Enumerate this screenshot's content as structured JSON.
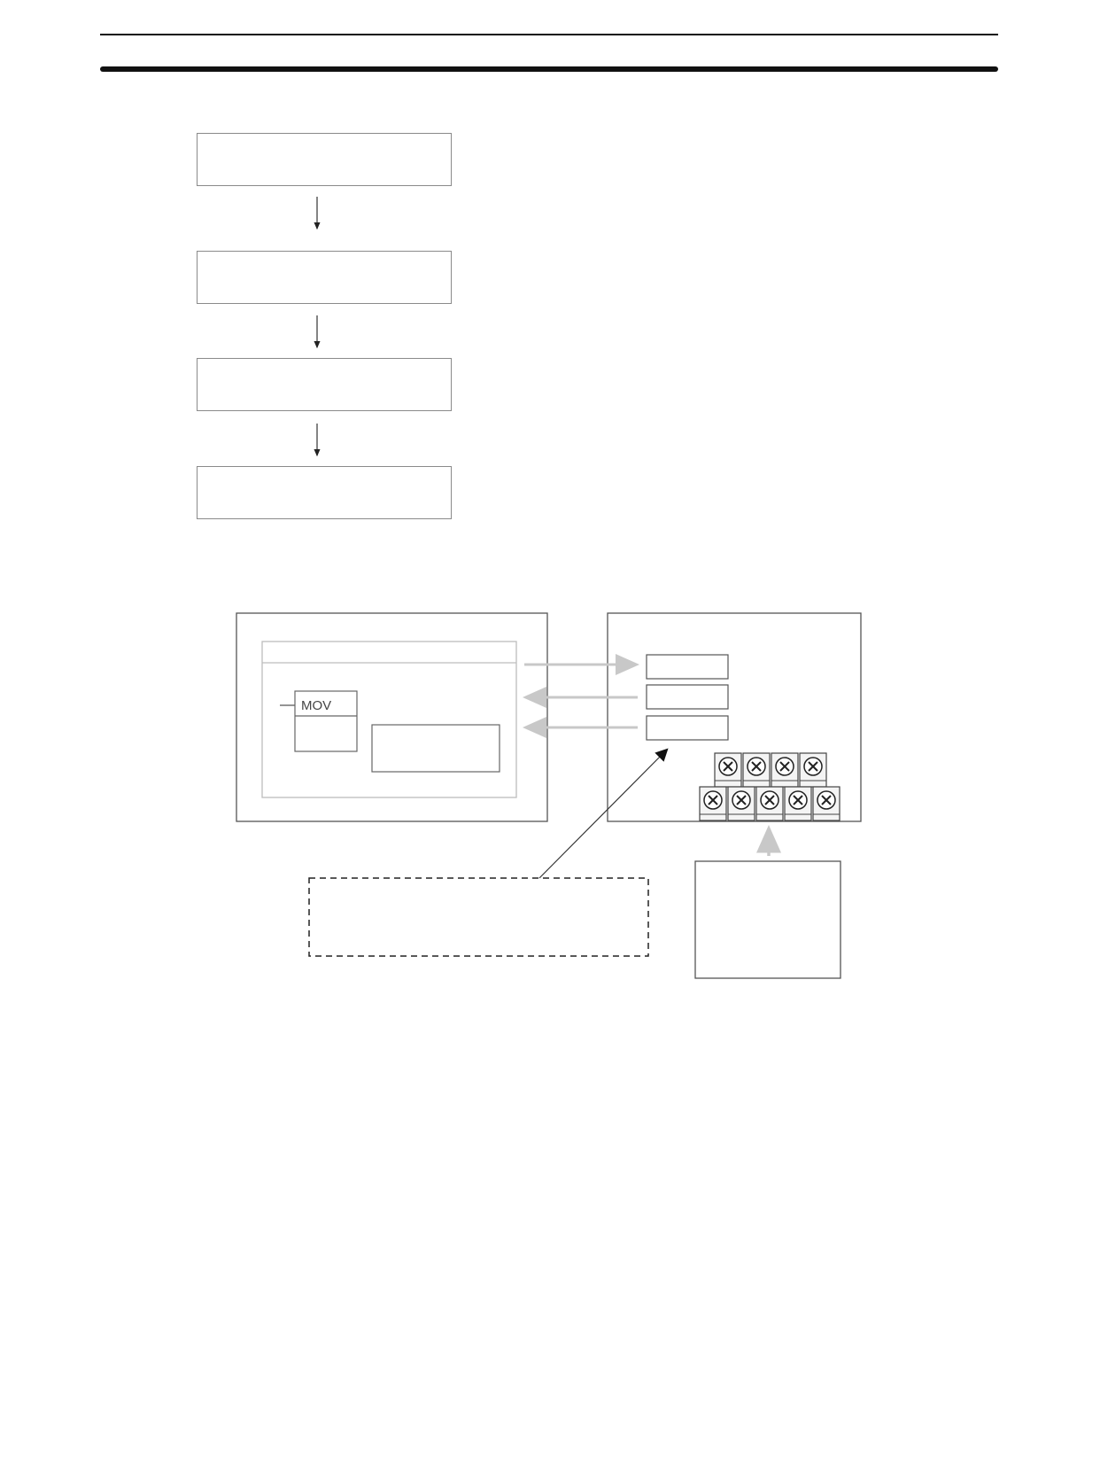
{
  "flowchart": {
    "steps": [
      {
        "label": ""
      },
      {
        "label": ""
      },
      {
        "label": ""
      },
      {
        "label": ""
      }
    ]
  },
  "diagram": {
    "instruction_label": "MOV",
    "terminal_block_rows": [
      4,
      5
    ],
    "colors": {
      "outline": "#555555",
      "light_arrow": "#c8c8c8",
      "pointer": "#222222"
    }
  }
}
